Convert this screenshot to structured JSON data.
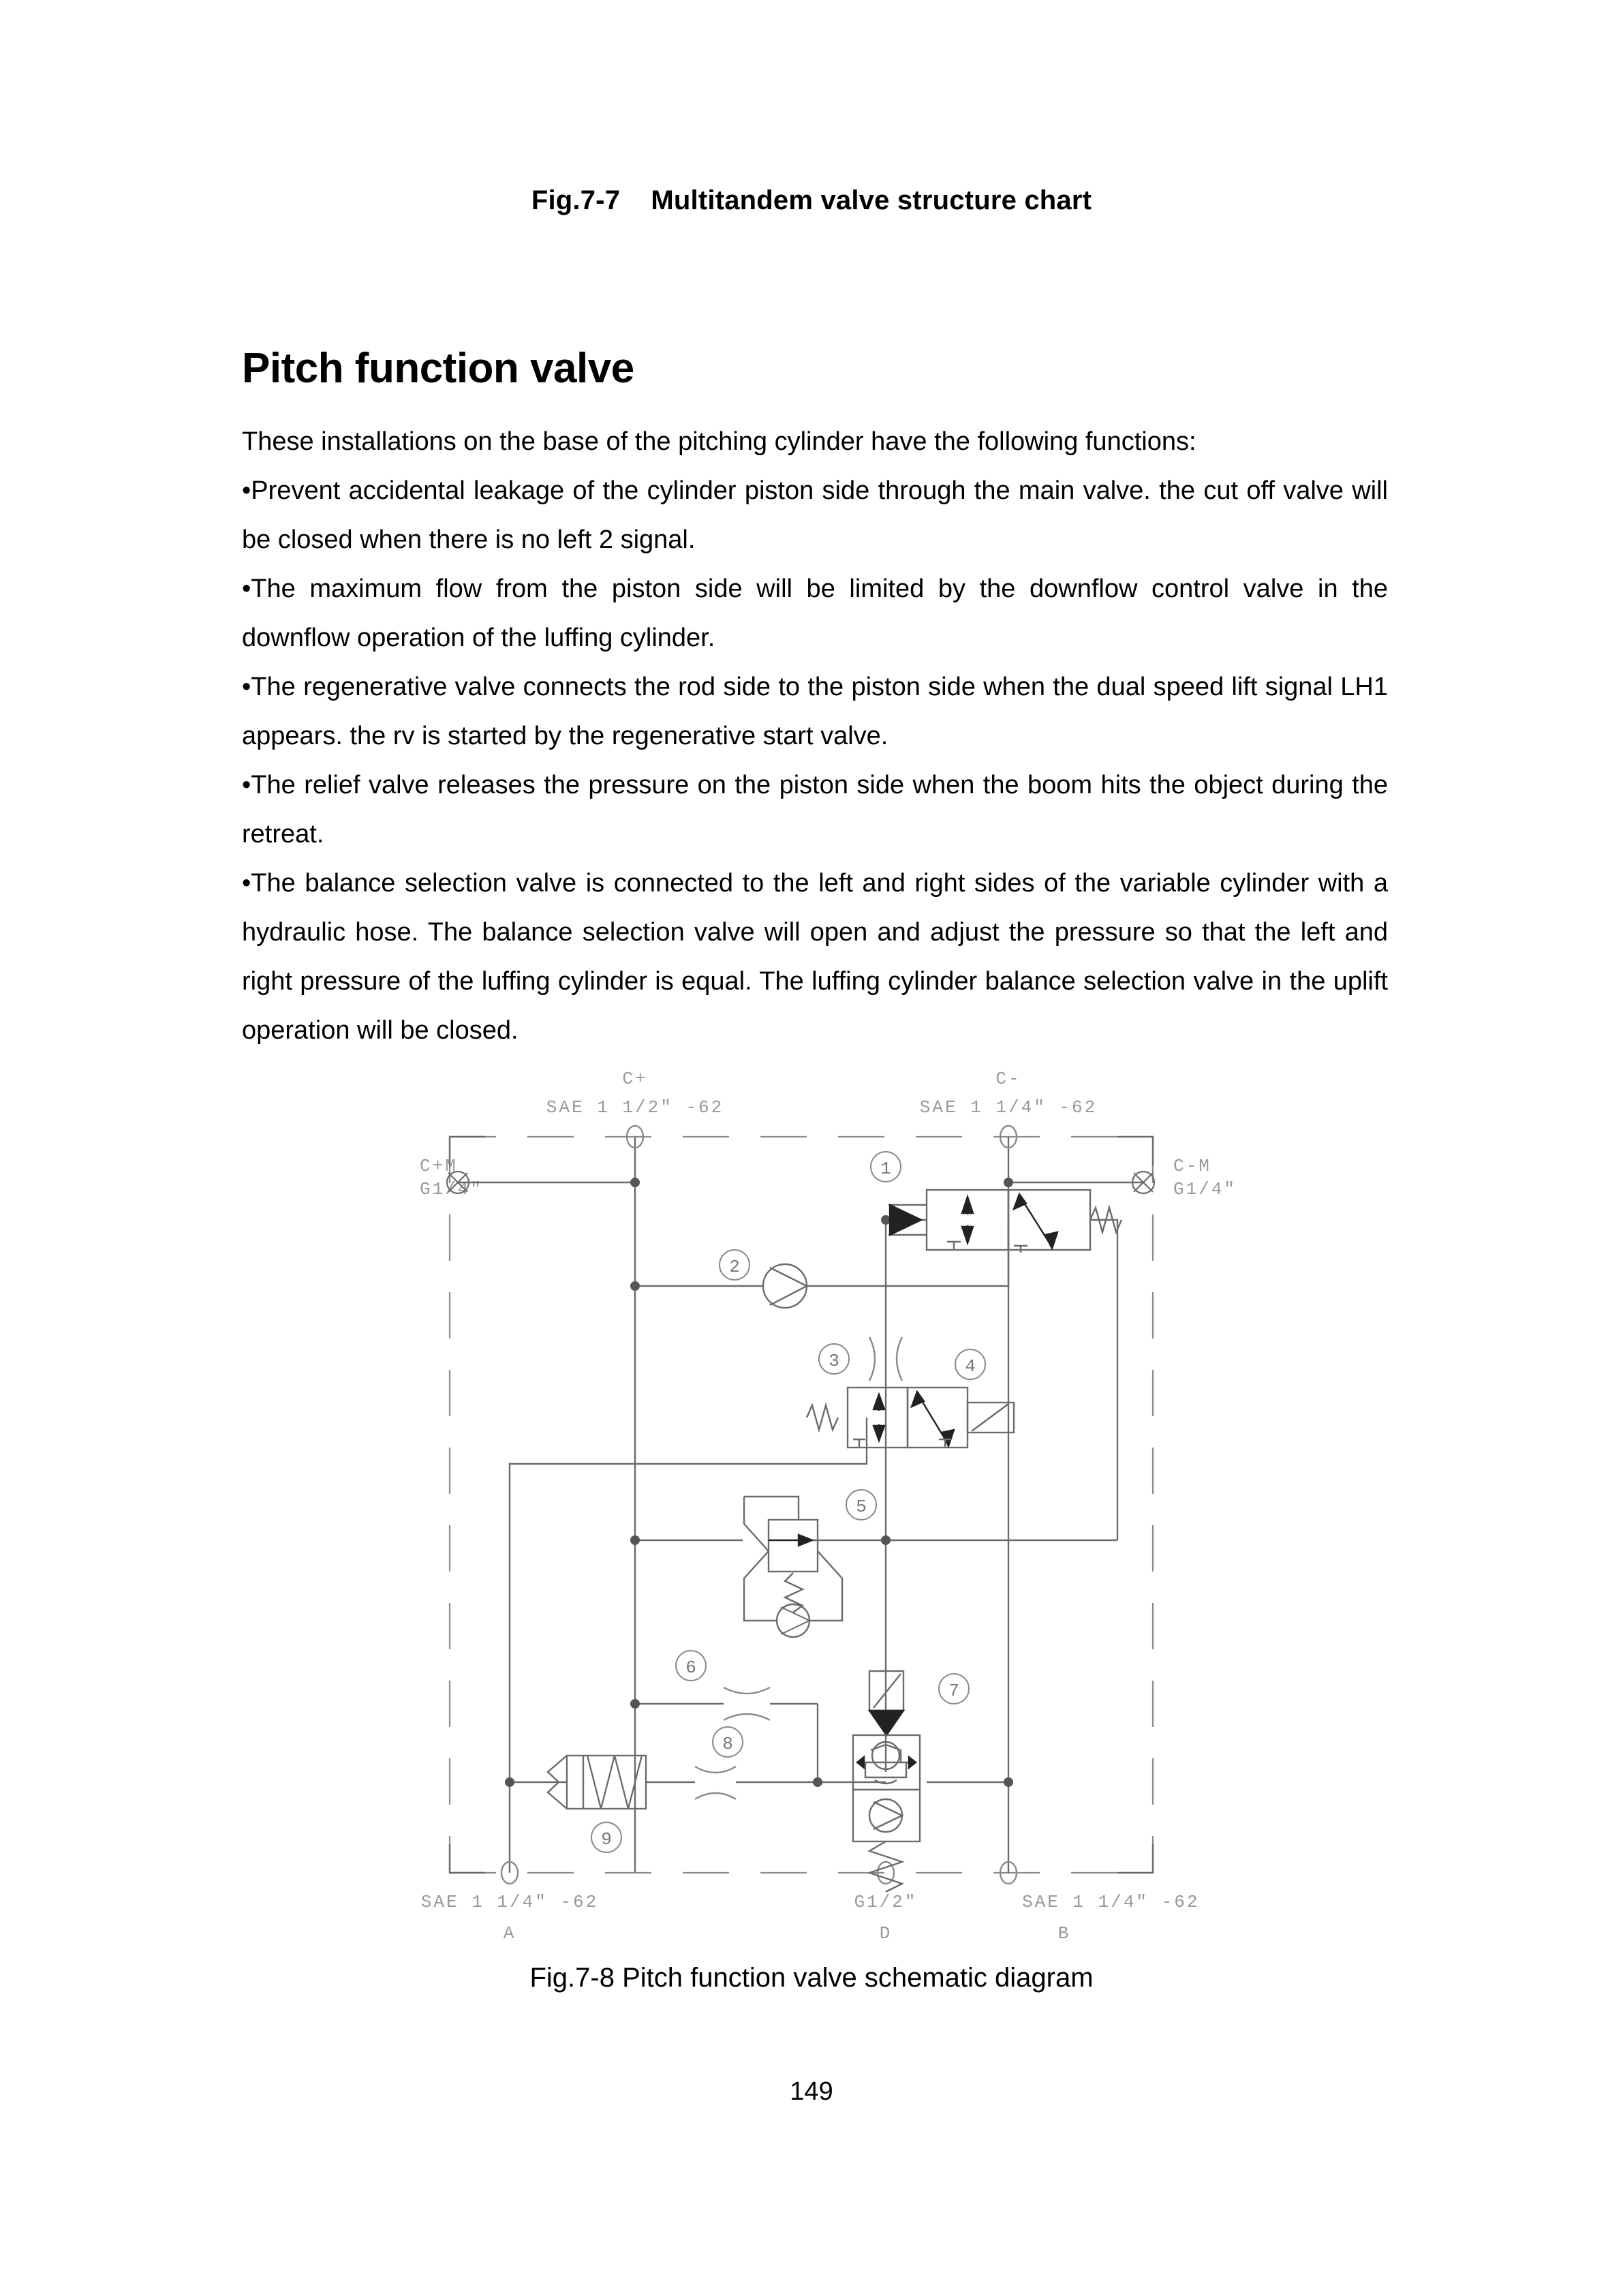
{
  "header": {
    "figure_label": "Fig.7-7",
    "figure_title": "Multitandem valve structure chart",
    "full": "Fig.7-7    Multitandem valve structure chart"
  },
  "section": {
    "heading": "Pitch function valve",
    "intro": "These installations on the base of the pitching cylinder have the following functions:",
    "bullets": [
      "•Prevent accidental leakage of the cylinder piston side through the main valve. the cut off valve will be closed when there is no left 2 signal.",
      "•The maximum flow from the piston side will be limited by the downflow control valve in the downflow operation of the luffing cylinder.",
      "•The regenerative valve connects the rod side to the piston side when the dual speed lift signal LH1 appears. the rv is started by the regenerative start valve.",
      "•The relief valve releases the pressure on the piston side when the boom hits the object during the retreat.",
      "•The balance selection valve is connected to the left and right sides of the variable cylinder with a hydraulic hose. The balance selection valve will open and adjust the pressure so that the left and right pressure of the luffing cylinder is equal. The luffing cylinder balance selection valve in the uplift operation will be closed."
    ]
  },
  "figure": {
    "caption": "Fig.7-8 Pitch function valve schematic diagram",
    "ports": {
      "top_left_name": "C+",
      "top_left_spec": "SAE 1 1/2\" -62",
      "top_right_name": "C-",
      "top_right_spec": "SAE 1 1/4\" -62",
      "left_gauge_name": "C+M",
      "left_gauge_spec": "G1/4\"",
      "right_gauge_name": "C-M",
      "right_gauge_spec": "G1/4\"",
      "bottom_a_spec": "SAE 1 1/4\" -62",
      "bottom_a_name": "A",
      "bottom_d_spec": "G1/2\"",
      "bottom_d_name": "D",
      "bottom_b_spec": "SAE 1 1/4\" -62",
      "bottom_b_name": "B"
    },
    "callouts": [
      {
        "num": "1",
        "name": "cut-off-valve"
      },
      {
        "num": "2",
        "name": "check-valve"
      },
      {
        "num": "3",
        "name": "orifice-restrictor"
      },
      {
        "num": "4",
        "name": "solenoid-directional-valve"
      },
      {
        "num": "5",
        "name": "downflow-control-valve"
      },
      {
        "num": "6",
        "name": "orifice-upper"
      },
      {
        "num": "7",
        "name": "regenerative-start-valve"
      },
      {
        "num": "8",
        "name": "orifice-lower"
      },
      {
        "num": "9",
        "name": "spring-accumulator"
      }
    ]
  },
  "footer": {
    "page_number": "149"
  },
  "colors": {
    "text": "#000000",
    "line": "#6b6b6b",
    "line_dark": "#3a3a3a",
    "background": "#ffffff"
  }
}
